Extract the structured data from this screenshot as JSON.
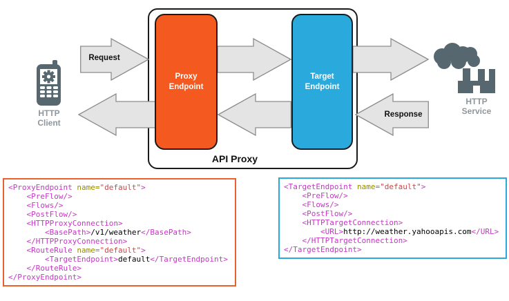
{
  "diagram": {
    "api_proxy_label": "API Proxy",
    "proxy_endpoint_label": "Proxy Endpoint",
    "target_endpoint_label": "Target Endpoint",
    "request_label": "Request",
    "response_label": "Response",
    "http_client_label": "HTTP Client",
    "http_service_label": "HTTP Service",
    "icons": {
      "http_client": "mobile-phone-gear-icon",
      "http_service": "factory-smoke-cloud-icon"
    },
    "colors": {
      "proxy_endpoint": "#F4591F",
      "target_endpoint": "#29A9DC",
      "arrow_fill": "#E4E4E4",
      "arrow_stroke": "#8C8C8C",
      "icon_gray": "#566770",
      "icon_label_gray": "#8E979D",
      "box_border": "#1a1a1a"
    }
  },
  "syntax_colors": {
    "tag": "#C238C2",
    "attr": "#948A00",
    "val": "#BE4B48",
    "plain": "#000000"
  },
  "code_blocks": [
    {
      "name": "proxy-endpoint-xml",
      "border_color": "#E8612C",
      "lines": [
        [
          {
            "c": "tag",
            "s": "<ProxyEndpoint"
          },
          {
            "c": "plain",
            "s": " "
          },
          {
            "c": "attr",
            "s": "name="
          },
          {
            "c": "val",
            "s": "\"default\""
          },
          {
            "c": "tag",
            "s": ">"
          }
        ],
        [
          {
            "c": "tag",
            "s": "    <PreFlow/>"
          }
        ],
        [
          {
            "c": "tag",
            "s": "    <Flows/>"
          }
        ],
        [
          {
            "c": "tag",
            "s": "    <PostFlow/>"
          }
        ],
        [
          {
            "c": "tag",
            "s": "    <HTTPProxyConnection>"
          }
        ],
        [
          {
            "c": "tag",
            "s": "        <BasePath>"
          },
          {
            "c": "plain",
            "s": "/v1/weather"
          },
          {
            "c": "tag",
            "s": "</BasePath>"
          }
        ],
        [
          {
            "c": "tag",
            "s": "    </HTTPProxyConnection>"
          }
        ],
        [
          {
            "c": "tag",
            "s": "    <RouteRule"
          },
          {
            "c": "plain",
            "s": " "
          },
          {
            "c": "attr",
            "s": "name="
          },
          {
            "c": "val",
            "s": "\"default\""
          },
          {
            "c": "tag",
            "s": ">"
          }
        ],
        [
          {
            "c": "tag",
            "s": "        <TargetEndpoint>"
          },
          {
            "c": "plain",
            "s": "default"
          },
          {
            "c": "tag",
            "s": "</TargetEndpoint>"
          }
        ],
        [
          {
            "c": "tag",
            "s": "    </RouteRule>"
          }
        ],
        [
          {
            "c": "tag",
            "s": "</ProxyEndpoint>"
          }
        ]
      ]
    },
    {
      "name": "target-endpoint-xml",
      "border_color": "#29A9DC",
      "lines": [
        [
          {
            "c": "tag",
            "s": "<TargetEndpoint"
          },
          {
            "c": "plain",
            "s": " "
          },
          {
            "c": "attr",
            "s": "name="
          },
          {
            "c": "val",
            "s": "\"default\""
          },
          {
            "c": "tag",
            "s": ">"
          }
        ],
        [
          {
            "c": "tag",
            "s": "    <PreFlow/>"
          }
        ],
        [
          {
            "c": "tag",
            "s": "    <Flows/>"
          }
        ],
        [
          {
            "c": "tag",
            "s": "    <PostFlow/>"
          }
        ],
        [
          {
            "c": "tag",
            "s": "    <HTTPTargetConnection>"
          }
        ],
        [
          {
            "c": "tag",
            "s": "        <URL>"
          },
          {
            "c": "plain",
            "s": "http://weather.yahooapis.com"
          },
          {
            "c": "tag",
            "s": "</URL>"
          }
        ],
        [
          {
            "c": "tag",
            "s": "    </HTTPTargetConnection>"
          }
        ],
        [
          {
            "c": "tag",
            "s": "</TargetEndpoint>"
          }
        ]
      ]
    }
  ]
}
